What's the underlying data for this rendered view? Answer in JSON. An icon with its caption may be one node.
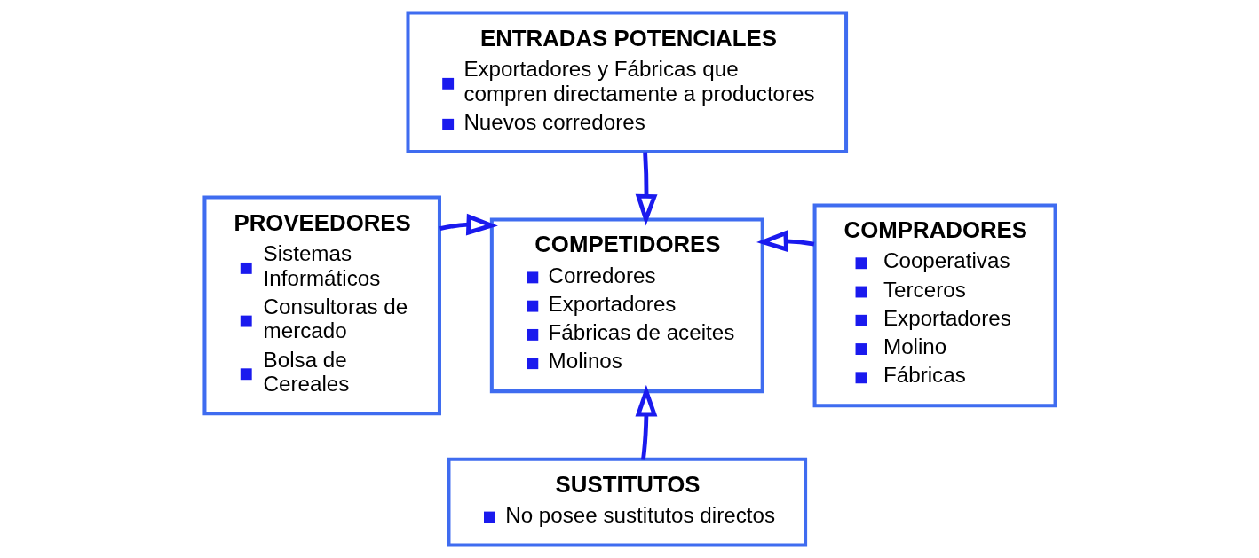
{
  "diagram": {
    "nodes": [
      {
        "text": [
          "ENTRADAS POTENCIALES",
          "Exportadores y Fábricas que compren directamente a productores",
          "Nuevos corredores"
        ]
      },
      {
        "text": [
          "PROVEEDORES",
          "Sistemas Informáticos",
          "Consultoras de mercado",
          "Bolsa de Cereales"
        ]
      },
      {
        "text": [
          "COMPETIDORES",
          "Corredores",
          "Exportadores",
          "Fábricas de aceites",
          "Molinos"
        ]
      },
      {
        "text": [
          "COMPRADORES",
          "Cooperativas",
          "Terceros",
          "Exportadores",
          "Molino",
          "Fábricas"
        ]
      },
      {
        "text": [
          "SUSTITUTOS",
          "No posee sustitutos directos"
        ]
      }
    ],
    "edges": [
      {
        "from": 0,
        "to": 2,
        "arrow": "to"
      },
      {
        "from": 1,
        "to": 2,
        "arrow": "to"
      },
      {
        "from": 3,
        "to": 2,
        "arrow": "to"
      },
      {
        "from": 4,
        "to": 2,
        "arrow": "to"
      }
    ]
  }
}
